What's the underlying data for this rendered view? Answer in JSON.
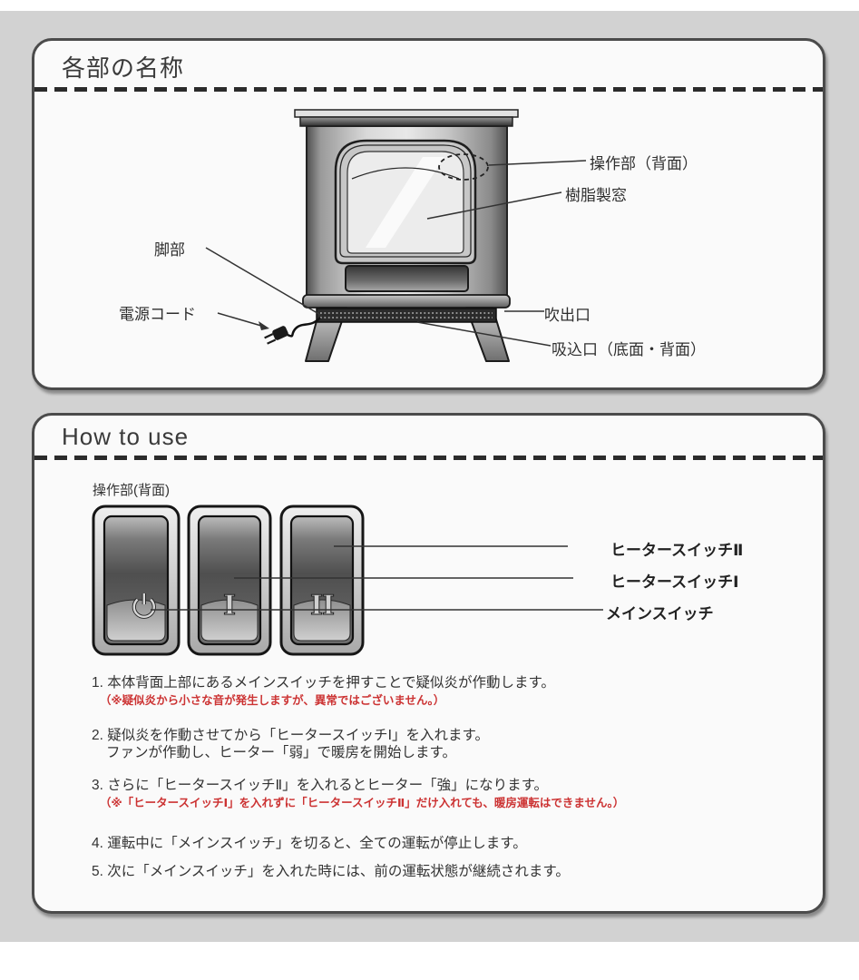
{
  "colors": {
    "background": "#d2d2d2",
    "panel_bg": "#fafafa",
    "panel_border": "#4b4b4b",
    "text": "#333333",
    "note_red": "#cc3333"
  },
  "parts_section": {
    "title": "各部の名称",
    "labels": {
      "control_panel": "操作部（背面）",
      "resin_window": "樹脂製窓",
      "legs": "脚部",
      "power_cord": "電源コード",
      "air_outlet": "吹出口",
      "air_intake": "吸込口（底面・背面）"
    }
  },
  "howto_section": {
    "title": "How to use",
    "control_panel_label": "操作部(背面)",
    "switches": {
      "heater2_label": "ヒータースイッチⅡ",
      "heater1_label": "ヒータースイッチⅠ",
      "main_label": "メインスイッチ",
      "heater1_face": "I",
      "heater2_face": "II"
    },
    "steps": [
      {
        "text": "1. 本体背面上部にあるメインスイッチを押すことで疑似炎が作動します。",
        "note": "（※疑似炎から小さな音が発生しますが、異常ではございません。）"
      },
      {
        "text": "2. 疑似炎を作動させてから「ヒータースイッチⅠ」を入れます。",
        "text2": "ファンが作動し、ヒーター「弱」で暖房を開始します。"
      },
      {
        "text": "3. さらに「ヒータースイッチⅡ」を入れるとヒーター「強」になります。",
        "note": "（※「ヒータースイッチⅠ」を入れずに「ヒータースイッチⅡ」だけ入れても、暖房運転はできません。）"
      },
      {
        "text": "4. 運転中に「メインスイッチ」を切ると、全ての運転が停止します。"
      },
      {
        "text": "5. 次に「メインスイッチ」を入れた時には、前の運転状態が継続されます。"
      }
    ]
  }
}
